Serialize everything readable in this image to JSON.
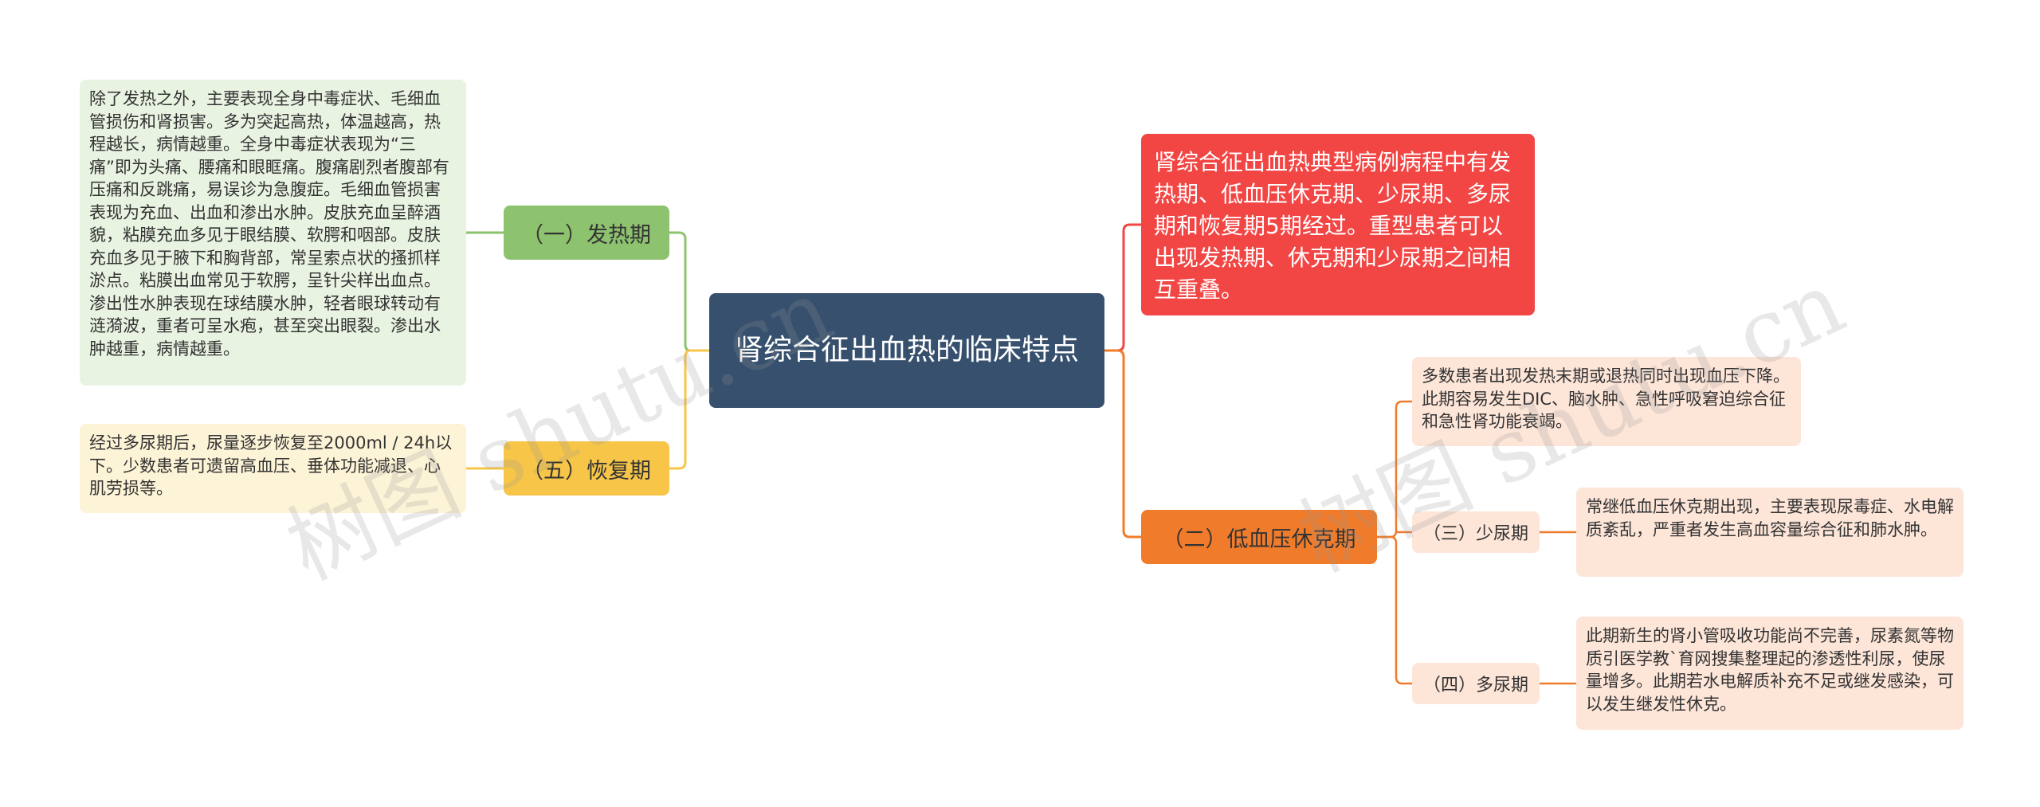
{
  "center": {
    "title": "肾综合征出血热的临床特点"
  },
  "left": {
    "fever": {
      "label": "（一）发热期",
      "note": "除了发热之外，主要表现全身中毒症状、毛细血管损伤和肾损害。多为突起高热，体温越高，热程越长，病情越重。全身中毒症状表现为“三痛”即为头痛、腰痛和眼眶痛。腹痛剧烈者腹部有压痛和反跳痛，易误诊为急腹症。毛细血管损害表现为充血、出血和渗出水肿。皮肤充血呈醉酒貌，粘膜充血多见于眼结膜、软腭和咽部。皮肤充血多见于腋下和胸背部，常呈索点状的搔抓样淤点。粘膜出血常见于软腭，呈针尖样出血点。渗出性水肿表现在球结膜水肿，轻者眼球转动有涟漪波，重者可呈水疱，甚至突出眼裂。渗出水肿越重，病情越重。"
    },
    "recovery": {
      "label": "（五）恢复期",
      "note": "经过多尿期后，尿量逐步恢复至2000ml / 24h以下。少数患者可遗留高血压、垂体功能减退、心肌劳损等。"
    }
  },
  "right": {
    "overview": "肾综合征出血热典型病例病程中有发热期、低血压休克期、少尿期、多尿期和恢复期5期经过。重型患者可以出现发热期、休克期和少尿期之间相互重叠。",
    "shock": {
      "label": "（二）低血压休克期",
      "note": "多数患者出现发热末期或退热同时出现血压下降。此期容易发生DIC、脑水肿、急性呼吸窘迫综合征和急性肾功能衰竭。"
    },
    "oliguria": {
      "label": "（三）少尿期",
      "note": "常继低血压休克期出现，主要表现尿毒症、水电解质紊乱，严重者发生高血容量综合征和肺水肿。"
    },
    "polyuria": {
      "label": "（四）多尿期",
      "note": "此期新生的肾小管吸收功能尚不完善，尿素氮等物质引医学教`育网搜集整理起的渗透性利尿，使尿量增多。此期若水电解质补充不足或继发感染，可以发生继发性休克。"
    }
  },
  "watermarks": [
    "树图 shutu.cn",
    "树图 shutu.cn"
  ],
  "colors": {
    "center_bg": "#36506e",
    "green": "#8dc26f",
    "yellow": "#f7c548",
    "red": "#f24645",
    "orange": "#f07c2b",
    "peach": "#fde5d8",
    "green_note": "#e9f3e2",
    "yellow_note": "#fdf3d6"
  }
}
